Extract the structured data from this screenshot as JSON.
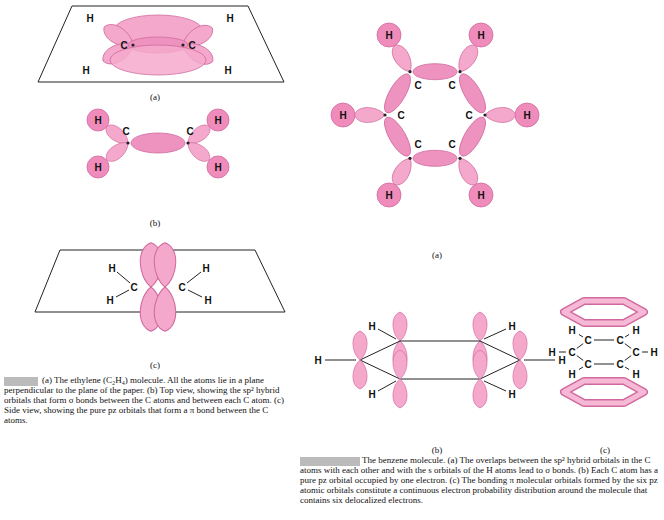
{
  "diagram": {
    "labels": [
      "H",
      "H",
      "C",
      "C",
      "H",
      "H",
      "(a)",
      "H",
      "H",
      "C",
      "C",
      "H",
      "H",
      "(b)",
      "H",
      "H",
      "C",
      "C",
      "H",
      "H",
      "(c)",
      "H",
      "H",
      "C",
      "C",
      "H",
      "C",
      "C",
      "H",
      "C",
      "C",
      "H",
      "H",
      "(a)",
      "H",
      "H",
      "H",
      "H",
      "H",
      "H",
      "(b)",
      "H",
      "H",
      "C",
      "C",
      "H",
      "C",
      "C",
      "H",
      "C",
      "C",
      "H",
      "H",
      "(c)",
      "(a) The ethylene (C₂H₄) molecule. All the atoms lie in a plane perpendicular to the plane of the paper. (b) Top view, showing the sp² hybrid orbitals that form σ bonds between the C atoms and between each C atom. (c) Side view, showing the pure pz orbitals that form a π bond between the C atoms.",
      "The benzene molecule. (a) The overlaps between the sp² hybrid orbitals in the C atoms with each other and with the s orbitals of the H atoms lead to σ bonds. (b) Each C atom has a pure pz orbital occupied by one electron. (c) The bonding π molecular orbitals formed by the six pz atomic orbitals constitute a continuous electron probability distribution around the molecule that contains six delocalized electrons."
    ]
  }
}
